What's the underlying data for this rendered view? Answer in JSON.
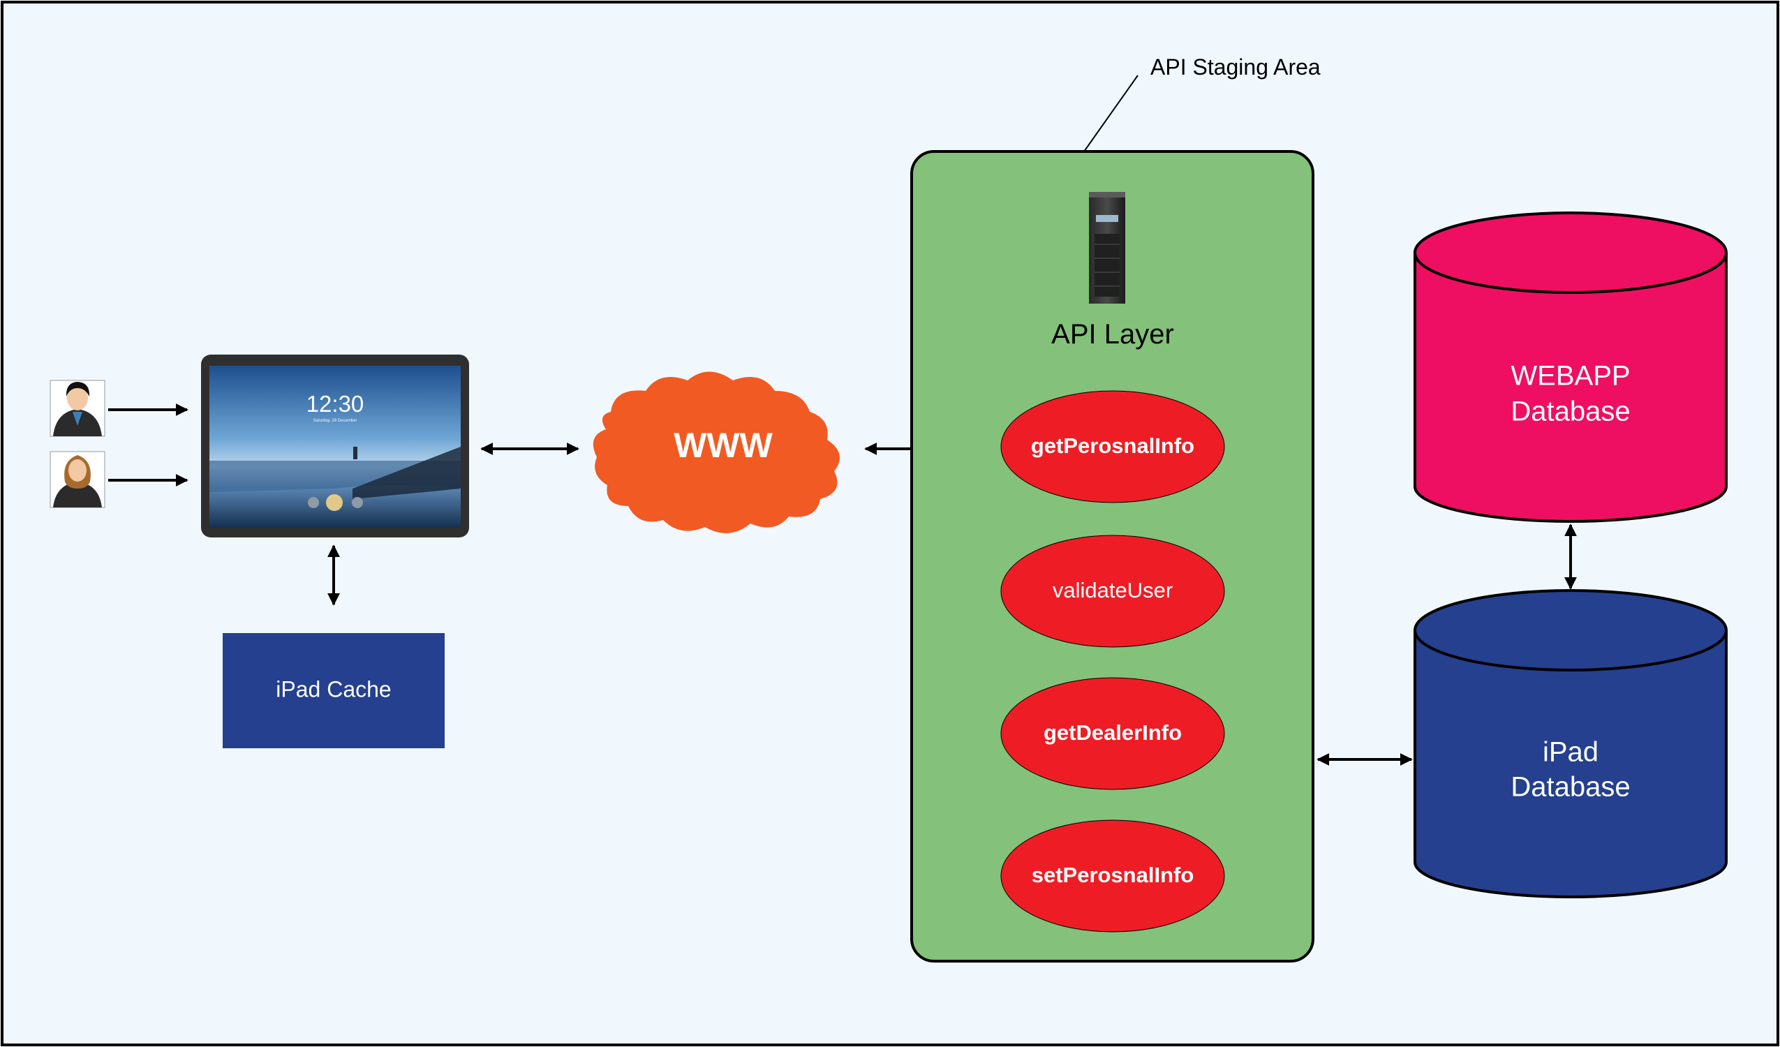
{
  "staging": {
    "label": "API Staging Area"
  },
  "api": {
    "title": "API Layer",
    "functions": [
      {
        "label": "getPerosnalInfo"
      },
      {
        "label": "validateUser"
      },
      {
        "label": "getDealerInfo"
      },
      {
        "label": "setPerosnalInfo"
      }
    ]
  },
  "www": {
    "label": "WWW"
  },
  "cache": {
    "label": "iPad Cache"
  },
  "tablet": {
    "time": "12:30",
    "date": "Saturday, 28 December"
  },
  "databases": {
    "webapp": {
      "line1": "WEBAPP",
      "line2": "Database"
    },
    "ipad": {
      "line1": "iPad",
      "line2": "Database"
    }
  },
  "colors": {
    "background": "#F0F8FE",
    "border": "#000000",
    "api_box": "#84C17A",
    "function_oval": "#EE1D25",
    "cloud": "#F15A22",
    "cache_box": "#24408E",
    "webapp_db": "#EE0F62",
    "ipad_db": "#24408E"
  }
}
